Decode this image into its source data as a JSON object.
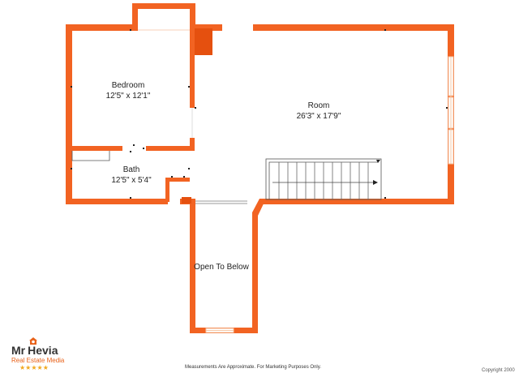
{
  "colors": {
    "wall": "#f26322",
    "dark_wall": "#e5500f",
    "stair_line": "#666666",
    "window": "#f6c9a8"
  },
  "rooms": [
    {
      "name": "Bedroom",
      "dims": "12'5\" x 12'1\""
    },
    {
      "name": "Room",
      "dims": "26'3\" x 17'9\""
    },
    {
      "name": "Bath",
      "dims": "12'5\" x 5'4\""
    },
    {
      "name": "Open To Below",
      "dims": ""
    }
  ],
  "footer": {
    "disclaimer": "Measurements Are Approximate. For Marketing Purposes Only.",
    "copyright": "Copyright 2000"
  },
  "logo": {
    "brand_prefix": "Mr",
    "brand_name": "Hevia",
    "tagline": "Real Estate Media",
    "stars": "★★★★★",
    "icon": "house-pin-icon"
  }
}
